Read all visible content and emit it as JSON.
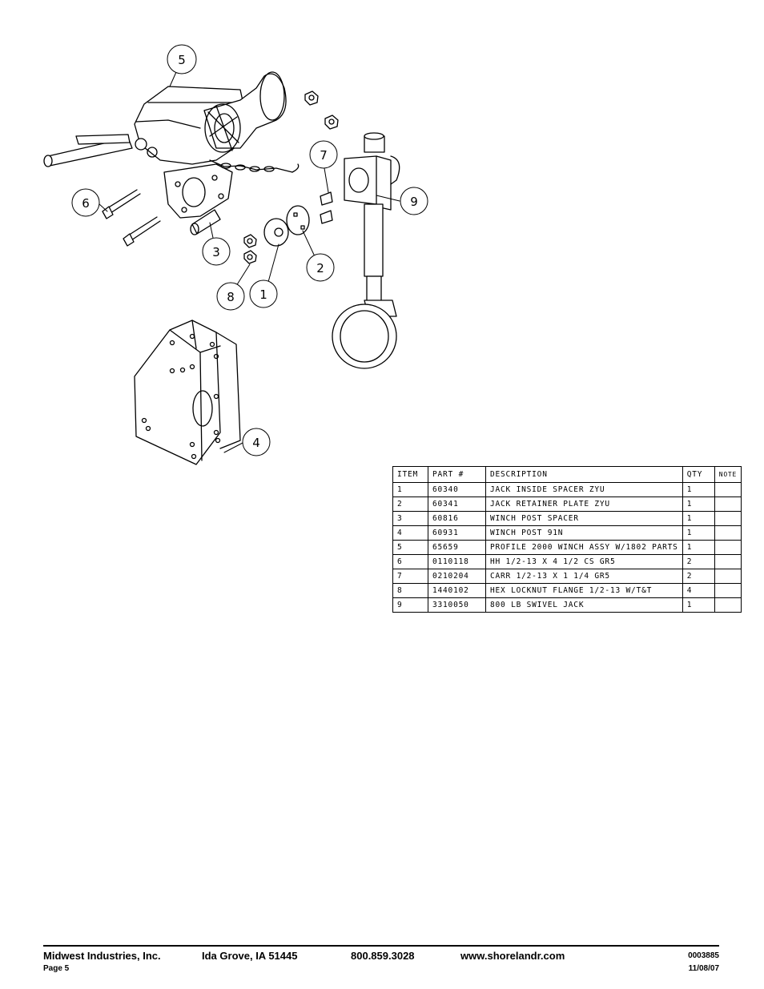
{
  "callouts": [
    "5",
    "6",
    "7",
    "9",
    "3",
    "2",
    "8",
    "1",
    "4"
  ],
  "table": {
    "headers": [
      "ITEM",
      "PART #",
      "DESCRIPTION",
      "QTY",
      "NOTE"
    ],
    "rows": [
      [
        "1",
        "60340",
        "JACK INSIDE SPACER ZYU",
        "1",
        ""
      ],
      [
        "2",
        "60341",
        "JACK RETAINER PLATE ZYU",
        "1",
        ""
      ],
      [
        "3",
        "60816",
        "WINCH POST SPACER",
        "1",
        ""
      ],
      [
        "4",
        "60931",
        "WINCH POST 91N",
        "1",
        ""
      ],
      [
        "5",
        "65659",
        "PROFILE 2000 WINCH ASSY W/1802 PARTS",
        "1",
        ""
      ],
      [
        "6",
        "0110118",
        "HH 1/2-13 X 4 1/2 CS GR5",
        "2",
        ""
      ],
      [
        "7",
        "0210204",
        "CARR 1/2-13 X 1 1/4 GR5",
        "2",
        ""
      ],
      [
        "8",
        "1440102",
        "HEX LOCKNUT FLANGE 1/2-13 W/T&T",
        "4",
        ""
      ],
      [
        "9",
        "3310050",
        "800 LB SWIVEL JACK",
        "1",
        ""
      ]
    ]
  },
  "footer": {
    "company": "Midwest Industries, Inc.",
    "city": "Ida Grove, IA  51445",
    "phone": "800.859.3028",
    "website": "www.shorelandr.com",
    "page": "Page 5",
    "doc_number": "0003885",
    "date": "11/08/07"
  }
}
